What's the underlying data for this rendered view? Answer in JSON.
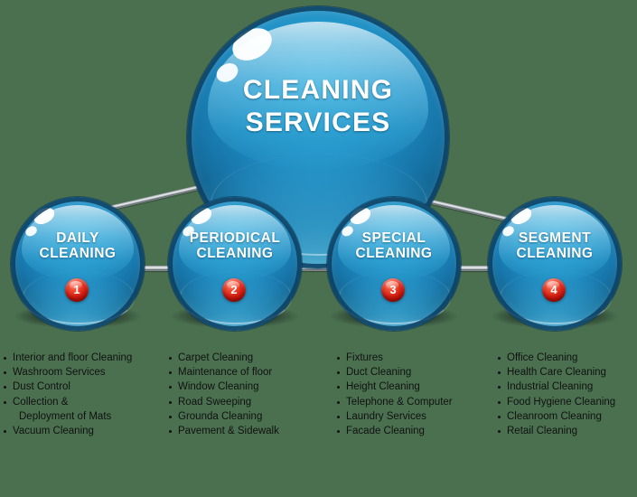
{
  "background_color": "#4a7050",
  "main": {
    "title_line1": "CLEANING",
    "title_line2": "SERVICES"
  },
  "nodes": [
    {
      "id": "daily",
      "title_line1": "DAILY",
      "title_line2": "CLEANING",
      "number": "1",
      "items": [
        "Interior and floor Cleaning",
        "Washroom Services",
        "Dust Control",
        "Collection &",
        "Deployment of Mats",
        "Vacuum Cleaning"
      ]
    },
    {
      "id": "periodical",
      "title_line1": "PERIODICAL",
      "title_line2": "CLEANING",
      "number": "2",
      "items": [
        "Carpet Cleaning",
        "Maintenance of floor",
        "Window Cleaning",
        "Road Sweeping",
        "Grounda Cleaning",
        "Pavement & Sidewalk"
      ]
    },
    {
      "id": "special",
      "title_line1": "SPECIAL",
      "title_line2": "CLEANING",
      "number": "3",
      "items": [
        "Fixtures",
        "Duct Cleaning",
        "Height Cleaning",
        "Telephone & Computer",
        "Laundry Services",
        "Facade Cleaning"
      ]
    },
    {
      "id": "segment",
      "title_line1": "SEGMENT",
      "title_line2": "CLEANING",
      "number": "4",
      "items": [
        "Office Cleaning",
        "Health Care Cleaning",
        "Industrial Cleaning",
        "Food Hygiene Cleaning",
        "Cleanroom Cleaning",
        "Retail Cleaning"
      ]
    }
  ],
  "colors": {
    "sphere_rim": "#0a3e60",
    "sphere_mid": "#1f8fc4",
    "sphere_light": "#78d7f5",
    "badge_red": "#d41d11",
    "text_white": "#ffffff",
    "list_text": "#111111"
  }
}
